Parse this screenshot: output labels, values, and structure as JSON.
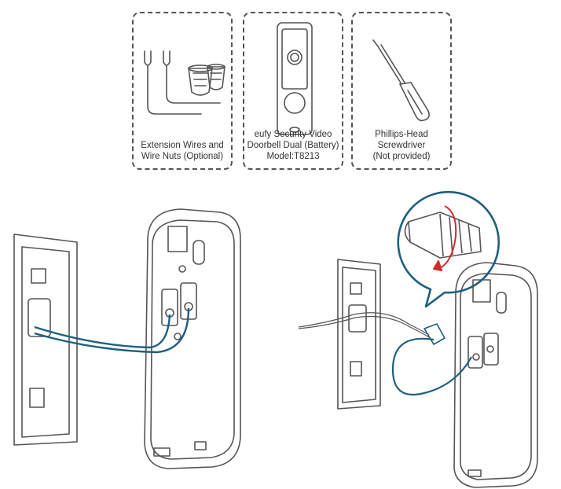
{
  "items": [
    {
      "id": "extension-wires",
      "lines": [
        "Extension Wires and",
        "Wire Nuts (Optional)"
      ]
    },
    {
      "id": "doorbell",
      "lines": [
        "eufy Security Video",
        "Doorbell Dual (Battery)",
        "Model:T8213"
      ]
    },
    {
      "id": "screwdriver",
      "lines": [
        "Phillips-Head",
        "Screwdriver",
        "(Not provided)"
      ]
    }
  ],
  "colors": {
    "outline": "#555555",
    "wire": "#1f5f7f",
    "rotation_arrow": "#d42a2a"
  }
}
